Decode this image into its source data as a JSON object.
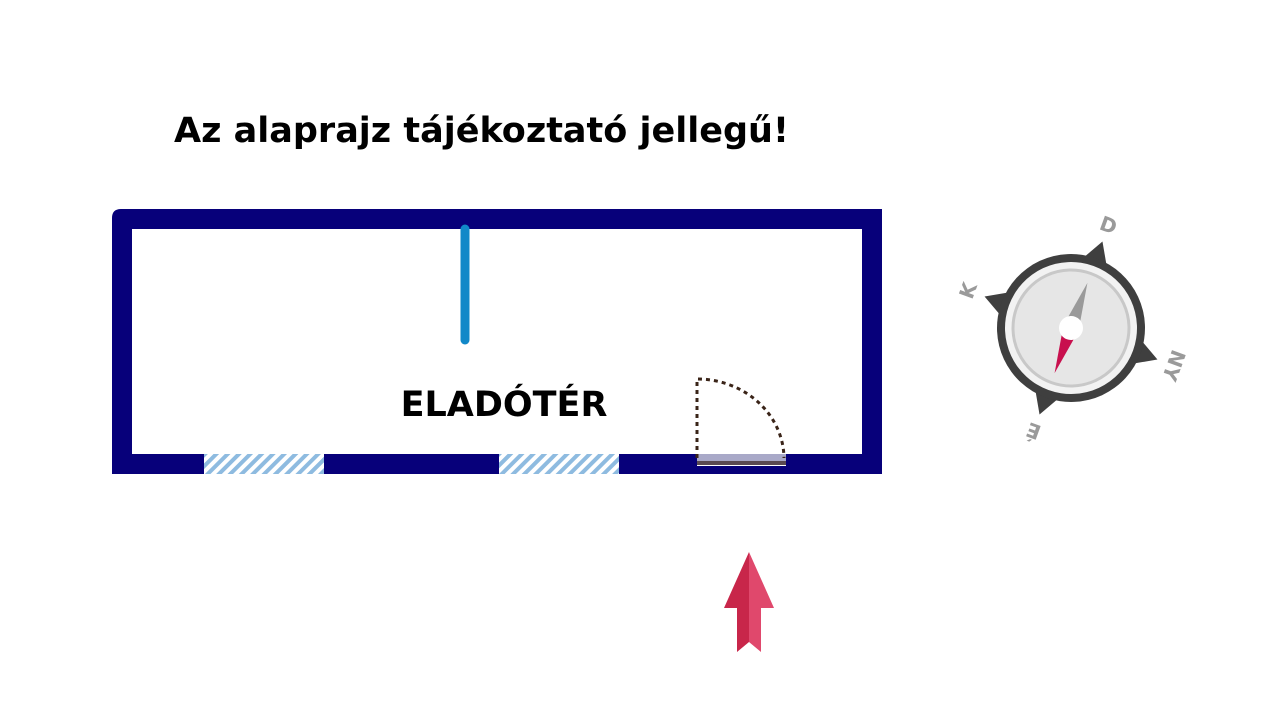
{
  "disclaimer": "Az alaprajz tájékoztató jellegű!",
  "rooms": [
    {
      "label": "ELADÓTÉR"
    }
  ],
  "compass": {
    "north": "É",
    "south": "D",
    "east": "K",
    "west": "NY"
  },
  "colors": {
    "wall": "#07007a",
    "partition": "#1188c8",
    "window": "#8ebbe0",
    "door_swing": "#3a2418",
    "door_sill": "#a9a9c8",
    "door_frame": "#5a4a52",
    "entrance_arrow": "#c8264a",
    "compass_ring": "#3f3f3f",
    "compass_face": "#e6e6e6",
    "needle_gray": "#9a9a9a",
    "needle_red": "#c8104e",
    "compass_label": "#9a9a9a"
  }
}
